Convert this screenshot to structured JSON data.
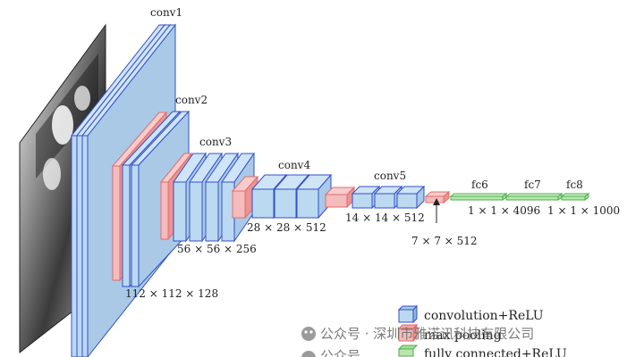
{
  "layers": {
    "conv1": "conv1",
    "conv2": "conv2",
    "conv3": "conv3",
    "conv4": "conv4",
    "conv5": "conv5",
    "fc6": "fc6",
    "fc7": "fc7",
    "fc8": "fc8"
  },
  "dims": {
    "conv2": "112 × 112 × 128",
    "conv3": "56 × 56 × 256",
    "conv4": "28 × 28 × 512",
    "conv5": "14 × 14 × 512",
    "pool5": "7 × 7 × 512",
    "fc6": "1 × 1 × 4096",
    "fc8": "1 × 1 × 1000"
  },
  "legend": {
    "conv": "convolution+ReLU",
    "pool": "max pooling",
    "fc": "fully connected+ReLU"
  },
  "watermark": "公众号 · 深圳市雅诺讯科技有限公司",
  "watermark_partial": "公众号",
  "colors": {
    "conv_front": "#bcd9f2",
    "conv_side": "#a9c9e6",
    "conv_stroke": "#3350c8",
    "pool_front": "#f4bcbc",
    "pool_stroke": "#e36b6b",
    "fc_front": "#b9e6ad",
    "fc_stroke": "#4caf50"
  }
}
